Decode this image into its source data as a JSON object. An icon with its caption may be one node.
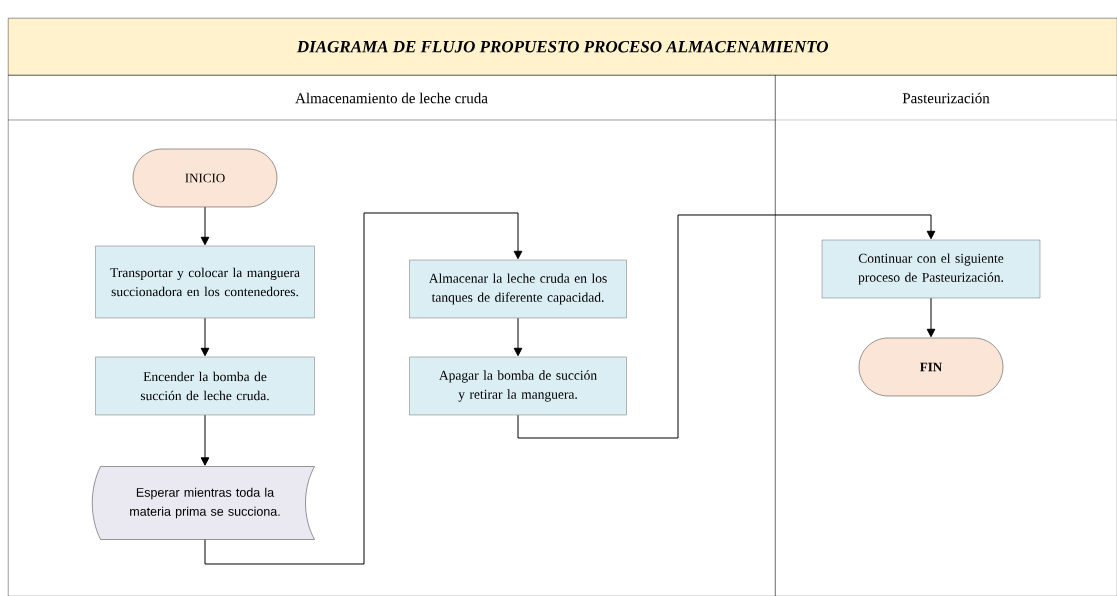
{
  "diagram": {
    "title": "DIAGRAMA DE FLUJO PROPUESTO PROCESO ALMACENAMIENTO",
    "nodes": [
      {
        "text": [
          "Almacenamiento de leche cruda"
        ]
      },
      {
        "text": [
          "Pasteurización"
        ]
      },
      {
        "text": [
          "INICIO"
        ],
        "in": 0
      },
      {
        "text": [
          "Transportar y colocar la manguera succionadora en  los contenedores."
        ],
        "in": 0
      },
      {
        "text": [
          "Encender la bomba de succión de leche cruda."
        ],
        "in": 0
      },
      {
        "text": [
          "Esperar mientras toda la materia prima se succiona."
        ],
        "in": 0
      },
      {
        "text": [
          "Almacenar la leche cruda en los tanques de diferente capacidad."
        ],
        "in": 0
      },
      {
        "text": [
          "Apagar la bomba de succión y retirar la manguera."
        ],
        "in": 0
      },
      {
        "text": [
          "Continuar con el siguiente proceso de Pasteurización."
        ],
        "in": 1
      },
      {
        "text": [
          "FIN"
        ],
        "in": 1
      }
    ],
    "edges": [
      {
        "from": 2,
        "to": 3,
        "arrow": "to"
      },
      {
        "from": 3,
        "to": 4,
        "arrow": "to"
      },
      {
        "from": 4,
        "to": 5,
        "arrow": "to"
      },
      {
        "from": 5,
        "to": 6,
        "arrow": "to"
      },
      {
        "from": 6,
        "to": 7,
        "arrow": "to"
      },
      {
        "from": 7,
        "to": 8,
        "arrow": "to"
      },
      {
        "from": 8,
        "to": 9,
        "arrow": "to"
      }
    ]
  }
}
